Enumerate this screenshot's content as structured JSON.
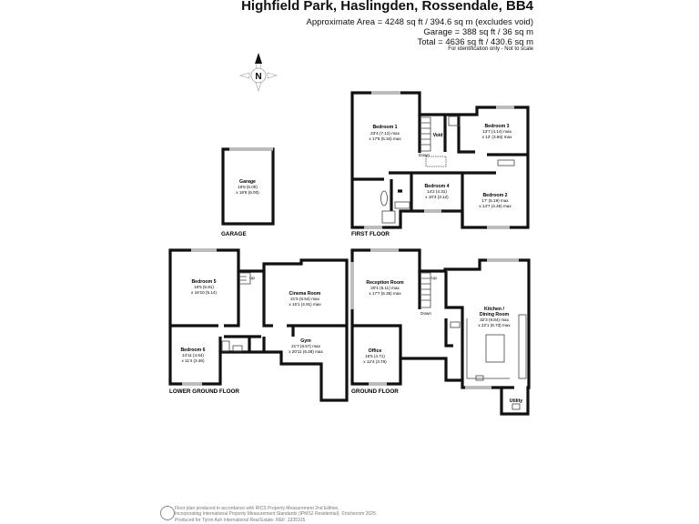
{
  "header": {
    "title": "Highfield Park, Haslingden, Rossendale, BB4",
    "area_lines": [
      "Approximate Area = 4248 sq ft / 394.6 sq m (excludes void)",
      "Garage = 388 sq ft / 36 sq m",
      "Total = 4636 sq ft / 430.6 sq m"
    ],
    "note": "For identification only - Not to scale"
  },
  "compass": {
    "label": "N",
    "icon": "north-compass-icon"
  },
  "floors": {
    "garage": {
      "label": "GARAGE",
      "rooms": [
        {
          "name": "Garage",
          "dims": [
            "19'8 (6.00)",
            "x 19'8 (6.00)"
          ]
        }
      ]
    },
    "first": {
      "label": "FIRST FLOOR",
      "rooms": [
        {
          "name": "Bedroom 1",
          "dims": [
            "23'4 (7.12) max",
            "x 17'6 (5.34) max"
          ]
        },
        {
          "name": "Void",
          "dims": []
        },
        {
          "name": "Bedroom 3",
          "dims": [
            "13'7 (4.14) max",
            "x 12' (3.66) max"
          ]
        },
        {
          "name": "Bedroom 4",
          "dims": [
            "14'2 (4.31)",
            "x 10'3 (3.12)"
          ]
        },
        {
          "name": "Bedroom 2",
          "dims": [
            "17' (5.19) max",
            "x 14'7 (4.45) max"
          ]
        }
      ],
      "stair_label": "Down"
    },
    "lower": {
      "label": "LOWER GROUND FLOOR",
      "rooms": [
        {
          "name": "Bedroom 5",
          "dims": [
            "19'5 (5.91)",
            "x 16'10 (5.14)"
          ]
        },
        {
          "name": "Cinema Room",
          "dims": [
            "21'5 (6.54) max",
            "x 16'1 (4.91) max"
          ]
        },
        {
          "name": "Bedroom 6",
          "dims": [
            "14'11 (4.54)",
            "x 11'4 (3.46)"
          ]
        },
        {
          "name": "Gym",
          "dims": [
            "21'7 (6.57) max",
            "x 20'11 (6.38) max"
          ]
        }
      ],
      "stair_label": "Up"
    },
    "ground": {
      "label": "GROUND FLOOR",
      "rooms": [
        {
          "name": "Reception Room",
          "dims": [
            "20'1 (6.11) max",
            "x 17'7 (5.35) max"
          ]
        },
        {
          "name": "Kitchen /",
          "dims": [
            "Dining Room",
            "32'3 (9.84) max",
            "x 22'1 (6.73) max"
          ]
        },
        {
          "name": "Office",
          "dims": [
            "15'5 (4.71)",
            "x 12'4 (3.76)"
          ]
        },
        {
          "name": "Utility",
          "dims": []
        }
      ],
      "stair_labels": [
        "Up",
        "Down"
      ]
    }
  },
  "footer": {
    "lines": [
      "Floor plan produced in accordance with RICS Property Measurement 2nd Edition,",
      "Incorporating International Property Measurement Standards (IPMS2 Residential).  ©nichecom 2025.",
      "Produced for Tyron Ash International Real Estate.   REF: 1335315"
    ]
  }
}
